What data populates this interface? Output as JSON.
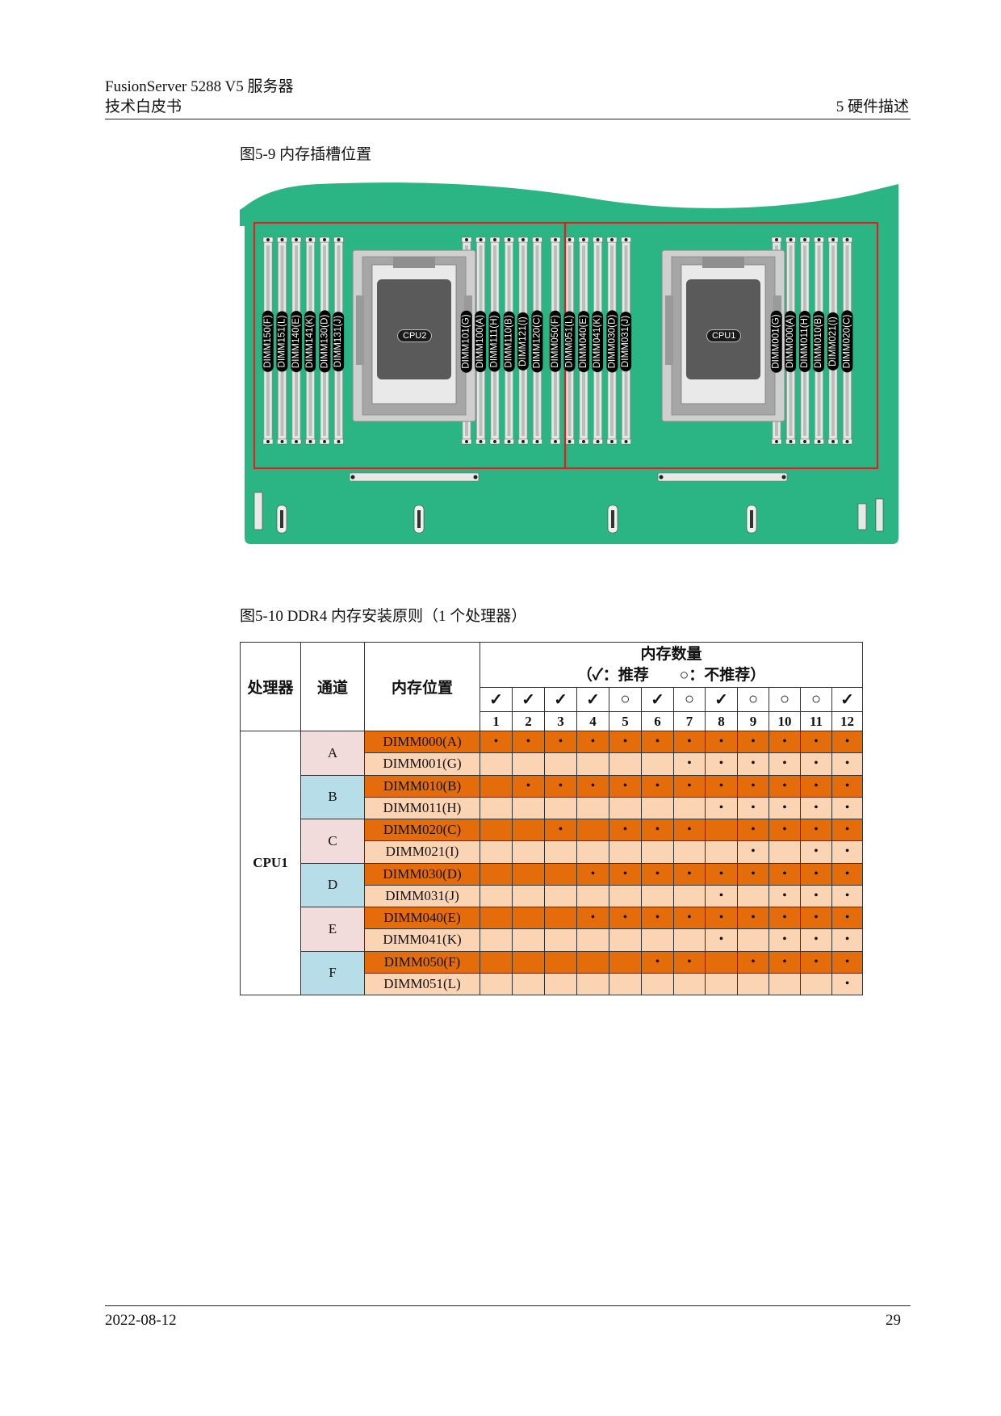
{
  "header": {
    "line1": "FusionServer 5288 V5  服务器",
    "line2": "技术白皮书",
    "right": "5  硬件描述"
  },
  "figure1": {
    "caption": "图5-9 内存插槽位置",
    "colors": {
      "board": "#2bb585",
      "frame": "#e02020",
      "dimm": "#e6e6e6",
      "heatsink": "#b4b4b4"
    },
    "cpu_labels": [
      "CPU2",
      "CPU1"
    ],
    "groups": [
      [
        "DIMM150(F)",
        "DIMM151(L)",
        "DIMM140(E)",
        "DIMM141(K)",
        "DIMM130(D)",
        "DIMM131(J)"
      ],
      [
        "DIMM101(G)",
        "DIMM100(A)",
        "DIMM111(H)",
        "DIMM110(B)",
        "DIMM121(I)",
        "DIMM120(C)"
      ],
      [
        "DIMM050(F)",
        "DIMM051(L)",
        "DIMM040(E)",
        "DIMM041(K)",
        "DIMM030(D)",
        "DIMM031(J)"
      ],
      [
        "DIMM001(G)",
        "DIMM000(A)",
        "DIMM011(H)",
        "DIMM010(B)",
        "DIMM021(I)",
        "DIMM020(C)"
      ]
    ]
  },
  "figure2": {
    "caption": "图5-10 DDR4 内存安装原则（1 个处理器）",
    "headers": {
      "processor": "处理器",
      "channel": "通道",
      "location": "内存位置",
      "qty_title": "内存数量",
      "qty_note": "（✓：推荐　　○：不推荐）"
    },
    "marks": [
      "✓",
      "✓",
      "✓",
      "✓",
      "○",
      "✓",
      "○",
      "✓",
      "○",
      "○",
      "○",
      "✓"
    ],
    "numbers": [
      "1",
      "2",
      "3",
      "4",
      "5",
      "6",
      "7",
      "8",
      "9",
      "10",
      "11",
      "12"
    ],
    "processor": "CPU1",
    "colors": {
      "dark": "#e46c0a",
      "light": "#fbd4b4",
      "pink": "#f2dcdb",
      "blue": "#b7dde8"
    },
    "channels": [
      {
        "name": "A",
        "color": "pink",
        "rows": [
          {
            "loc": "DIMM000(A)",
            "cells": [
              "•",
              "•",
              "•",
              "•",
              "•",
              "•",
              "•",
              "•",
              "•",
              "•",
              "•",
              "•"
            ]
          },
          {
            "loc": "DIMM001(G)",
            "cells": [
              "",
              "",
              "",
              "",
              "",
              "",
              "•",
              "•",
              "•",
              "•",
              "•",
              "•"
            ]
          }
        ]
      },
      {
        "name": "B",
        "color": "blue",
        "rows": [
          {
            "loc": "DIMM010(B)",
            "cells": [
              "",
              "•",
              "•",
              "•",
              "•",
              "•",
              "•",
              "•",
              "•",
              "•",
              "•",
              "•"
            ]
          },
          {
            "loc": "DIMM011(H)",
            "cells": [
              "",
              "",
              "",
              "",
              "",
              "",
              "",
              "•",
              "•",
              "•",
              "•",
              "•"
            ]
          }
        ]
      },
      {
        "name": "C",
        "color": "pink",
        "rows": [
          {
            "loc": "DIMM020(C)",
            "cells": [
              "",
              "",
              "•",
              "",
              "•",
              "•",
              "•",
              "",
              "•",
              "•",
              "•",
              "•"
            ]
          },
          {
            "loc": "DIMM021(I)",
            "cells": [
              "",
              "",
              "",
              "",
              "",
              "",
              "",
              "",
              "•",
              "",
              "•",
              "•"
            ]
          }
        ]
      },
      {
        "name": "D",
        "color": "blue",
        "rows": [
          {
            "loc": "DIMM030(D)",
            "cells": [
              "",
              "",
              "",
              "•",
              "•",
              "•",
              "•",
              "•",
              "•",
              "•",
              "•",
              "•"
            ]
          },
          {
            "loc": "DIMM031(J)",
            "cells": [
              "",
              "",
              "",
              "",
              "",
              "",
              "",
              "•",
              "",
              "•",
              "•",
              "•"
            ]
          }
        ]
      },
      {
        "name": "E",
        "color": "pink",
        "rows": [
          {
            "loc": "DIMM040(E)",
            "cells": [
              "",
              "",
              "",
              "•",
              "•",
              "•",
              "•",
              "•",
              "•",
              "•",
              "•",
              "•"
            ]
          },
          {
            "loc": "DIMM041(K)",
            "cells": [
              "",
              "",
              "",
              "",
              "",
              "",
              "",
              "•",
              "",
              "•",
              "•",
              "•"
            ]
          }
        ]
      },
      {
        "name": "F",
        "color": "blue",
        "rows": [
          {
            "loc": "DIMM050(F)",
            "cells": [
              "",
              "",
              "",
              "",
              "",
              "•",
              "•",
              "",
              "•",
              "•",
              "•",
              "•"
            ]
          },
          {
            "loc": "DIMM051(L)",
            "cells": [
              "",
              "",
              "",
              "",
              "",
              "",
              "",
              "",
              "",
              "",
              "",
              "•"
            ]
          }
        ]
      }
    ]
  },
  "footer": {
    "date": "2022-08-12",
    "page": "29"
  }
}
